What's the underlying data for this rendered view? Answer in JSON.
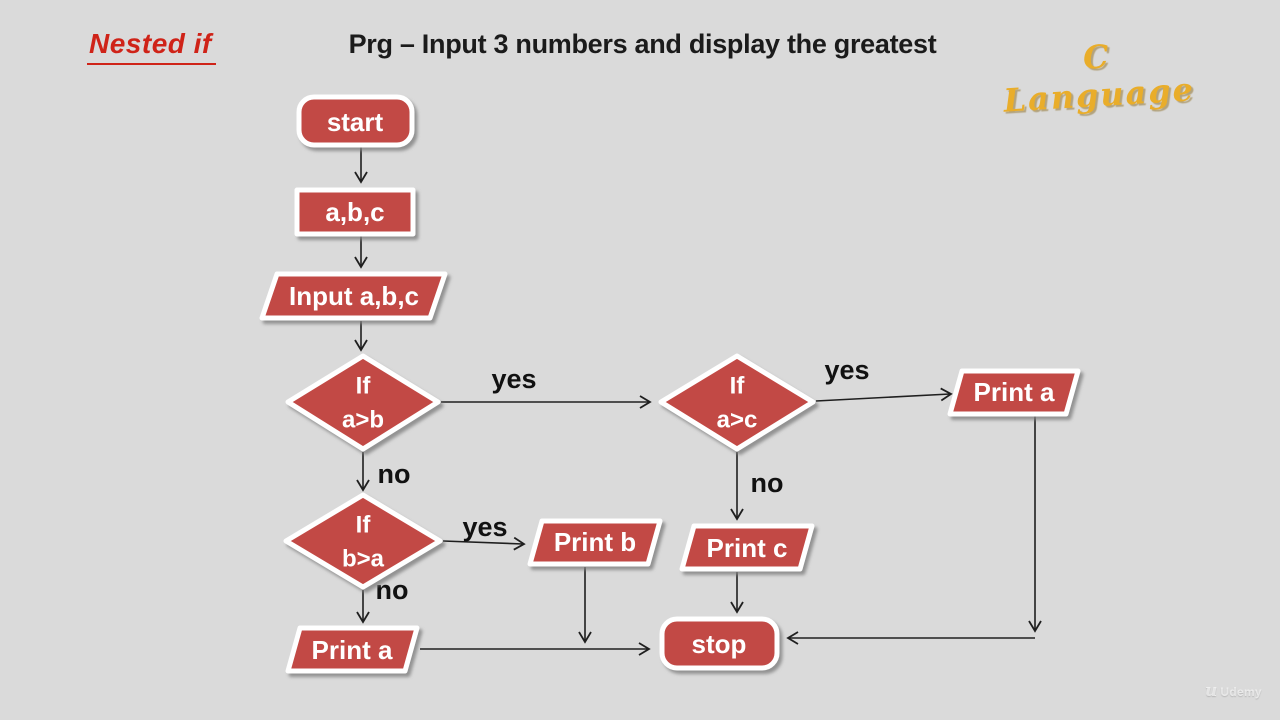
{
  "header": {
    "topic": "Nested if",
    "title": "Prg – Input 3 numbers and display the greatest",
    "brand": "C Language"
  },
  "colors": {
    "background": "#dadada",
    "shape_fill": "#c24944",
    "shape_border": "#ffffff",
    "shape_text": "#ffffff",
    "topic_red": "#cf2318",
    "brand_gold": "#e9ad2a",
    "edge_black": "#1f1f1f"
  },
  "nodes": {
    "start": {
      "type": "terminator",
      "label": "start"
    },
    "declare": {
      "type": "process",
      "label": "a,b,c"
    },
    "input": {
      "type": "input-output",
      "label": "Input a,b,c"
    },
    "if_ab": {
      "type": "decision",
      "line1": "If",
      "line2": "a>b"
    },
    "if_ac": {
      "type": "decision",
      "line1": "If",
      "line2": "a>c"
    },
    "if_ba": {
      "type": "decision",
      "line1": "If",
      "line2": "b>a"
    },
    "print_a_right": {
      "type": "input-output",
      "label": "Print a"
    },
    "print_b": {
      "type": "input-output",
      "label": "Print b"
    },
    "print_c": {
      "type": "input-output",
      "label": "Print c"
    },
    "print_a_bottom": {
      "type": "input-output",
      "label": "Print a"
    },
    "stop": {
      "type": "terminator",
      "label": "stop"
    }
  },
  "edge_labels": {
    "ab_yes": "yes",
    "ab_no": "no",
    "ac_yes": "yes",
    "ac_no": "no",
    "ba_yes": "yes",
    "ba_no": "no"
  },
  "watermark": {
    "brand": "Udemy"
  }
}
